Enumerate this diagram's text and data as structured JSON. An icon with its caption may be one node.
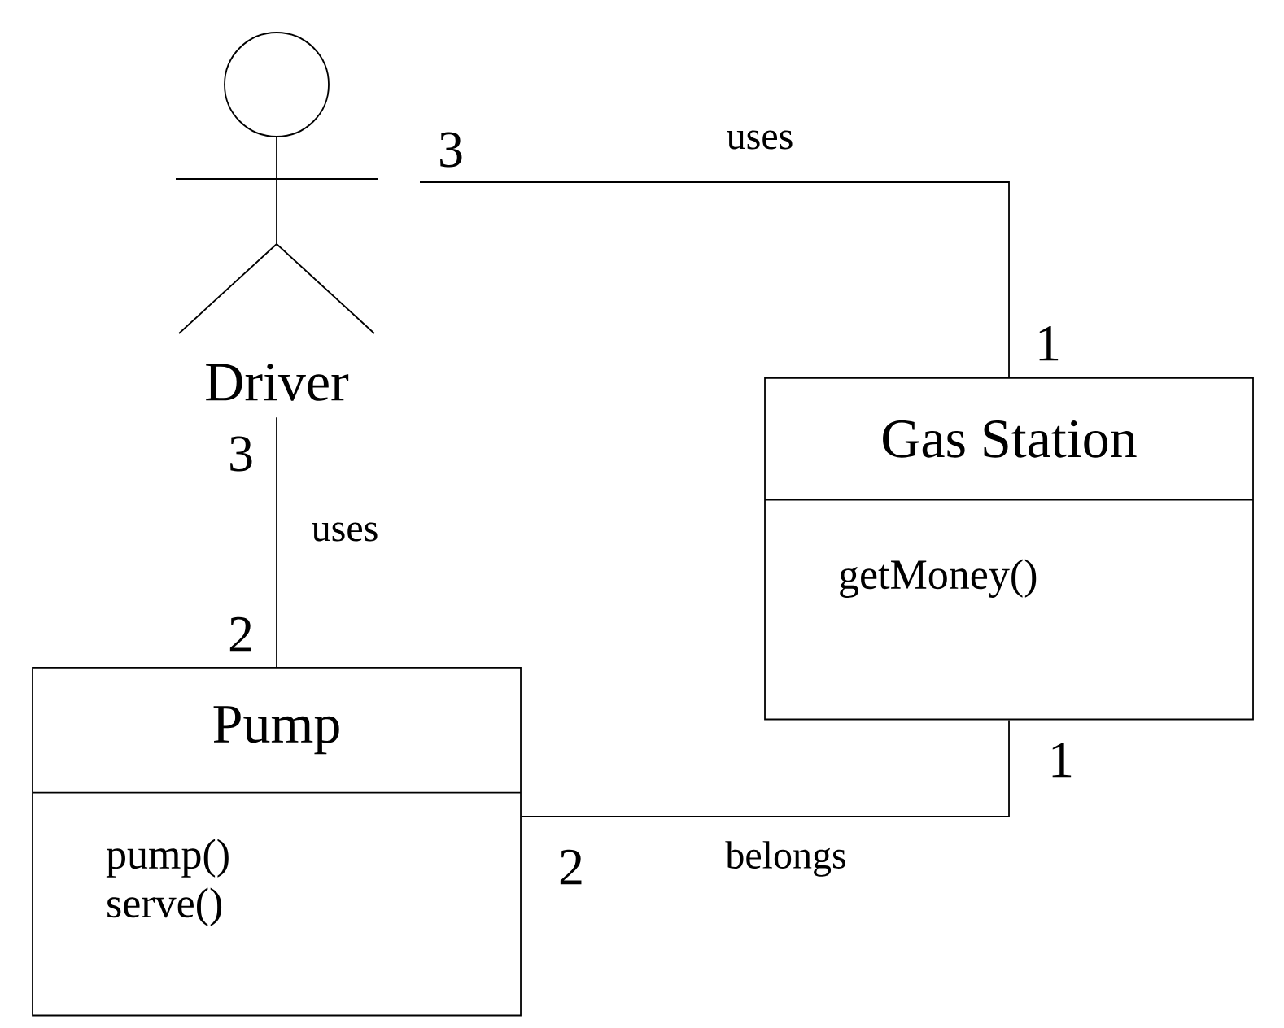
{
  "diagram": {
    "nodes": [
      {
        "text": [
          "Driver"
        ]
      },
      {
        "text": [
          "Gas Station",
          "getMoney()"
        ]
      },
      {
        "text": [
          "Pump",
          "pump() serve()"
        ]
      }
    ],
    "edges": [
      {
        "from": 0,
        "to": 1,
        "arrow": "none",
        "label": "uses"
      },
      {
        "from": 0,
        "to": 2,
        "arrow": "none",
        "label": "uses"
      },
      {
        "from": 2,
        "to": 1,
        "arrow": "none",
        "label": "belongs"
      }
    ],
    "labels": [
      "3",
      "1",
      "3",
      "2",
      "1",
      "2"
    ]
  }
}
